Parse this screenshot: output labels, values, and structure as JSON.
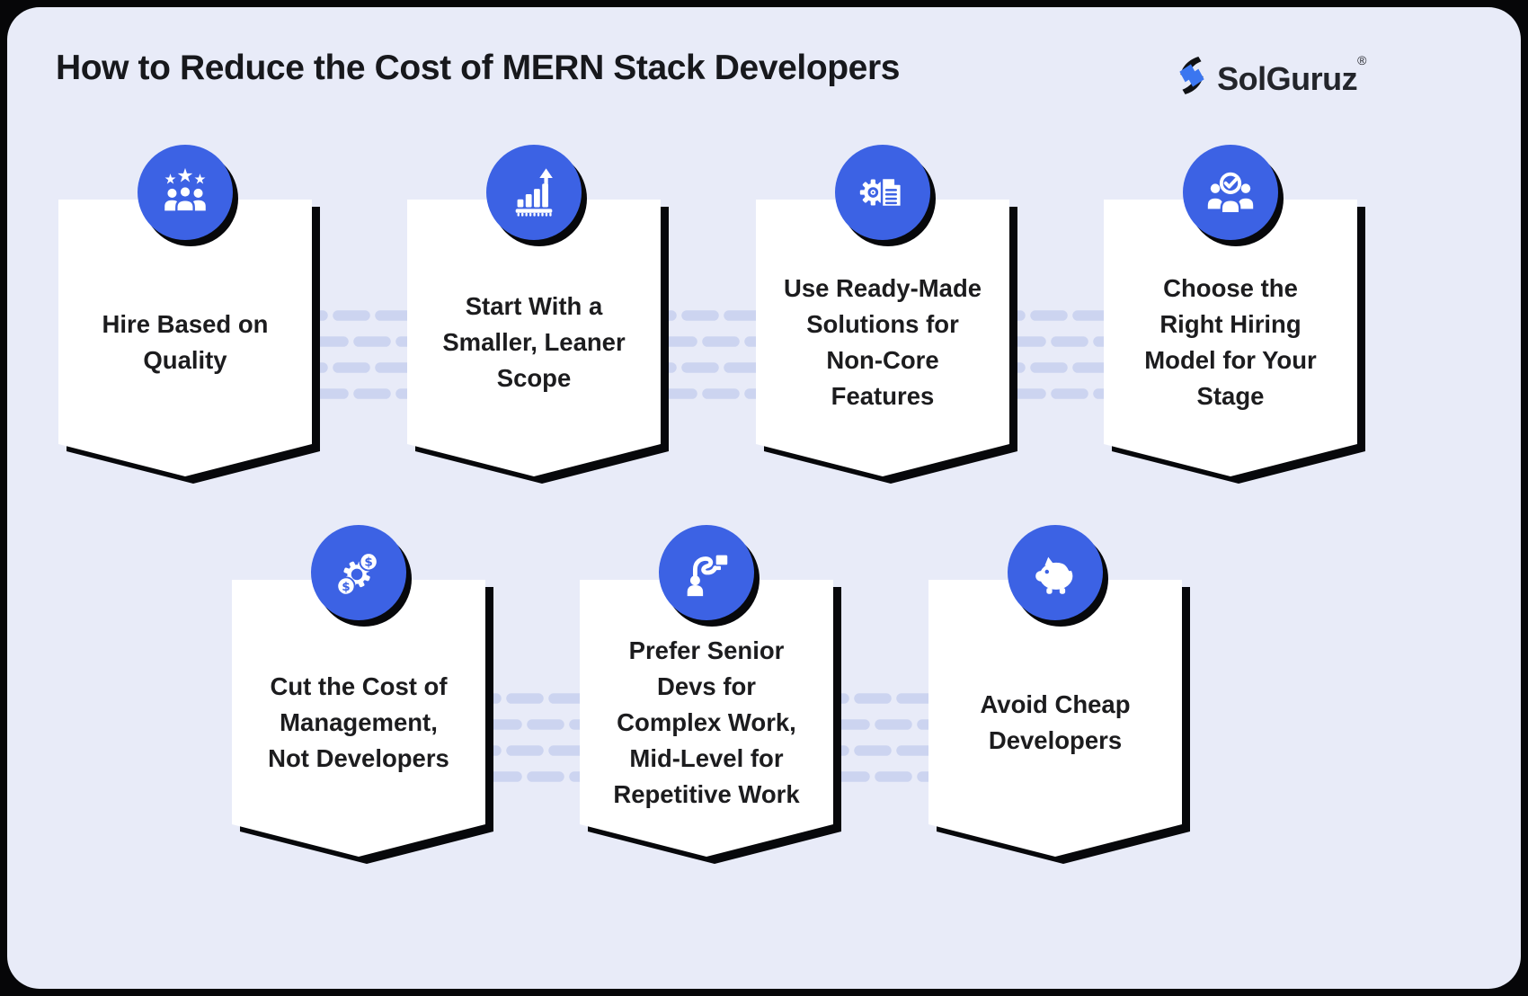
{
  "header": {
    "title": "How to Reduce the Cost of MERN Stack Developers",
    "logo_text": "SolGuruz",
    "reg_mark": "®"
  },
  "colors": {
    "outer_frame": "#060608",
    "panel_bg": "#e8ebf8",
    "accent_blue": "#3c62e4",
    "logo_blue": "#3b76f0",
    "card_bg": "#ffffff",
    "shadow_black": "#07080b",
    "dash": "#ccd4f0",
    "text": "#1c1c1e"
  },
  "cards": [
    {
      "row": 1,
      "icon": "team-stars-icon",
      "label": "Hire Based on\nQuality"
    },
    {
      "row": 1,
      "icon": "growth-chart-icon",
      "label": "Start With a\nSmaller, Leaner\nScope"
    },
    {
      "row": 1,
      "icon": "gear-document-icon",
      "label": "Use Ready-Made\nSolutions for\nNon-Core\nFeatures"
    },
    {
      "row": 1,
      "icon": "team-check-icon",
      "label": "Choose the\nRight Hiring\nModel for Your\nStage"
    },
    {
      "row": 2,
      "icon": "gear-dollar-icon",
      "label": "Cut the Cost of\nManagement,\nNot Developers"
    },
    {
      "row": 2,
      "icon": "dev-connection-icon",
      "label": "Prefer Senior\nDevs for\nComplex Work,\nMid-Level for\nRepetitive Work"
    },
    {
      "row": 2,
      "icon": "piggy-bank-icon",
      "label": "Avoid Cheap\nDevelopers"
    }
  ]
}
